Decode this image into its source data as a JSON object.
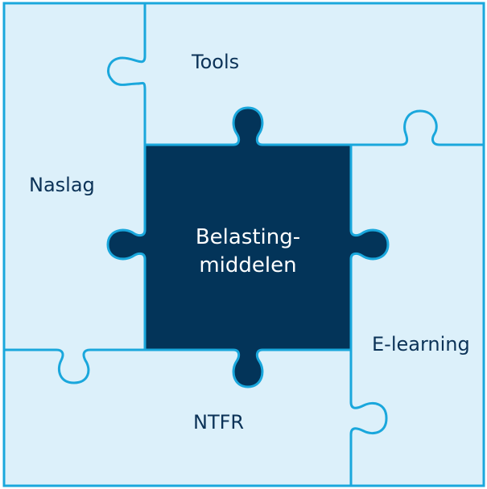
{
  "pieces": {
    "tools": "Tools",
    "naslag": "Naslag",
    "center_line1": "Belasting-",
    "center_line2": "middelen",
    "elearning": "E-learning",
    "ntfr": "NTFR"
  },
  "colors": {
    "piece_fill": "#dcf0fa",
    "piece_outline": "#1aa7dc",
    "center_fill": "#033459",
    "label_text": "#0b3257",
    "center_text": "#ffffff"
  }
}
